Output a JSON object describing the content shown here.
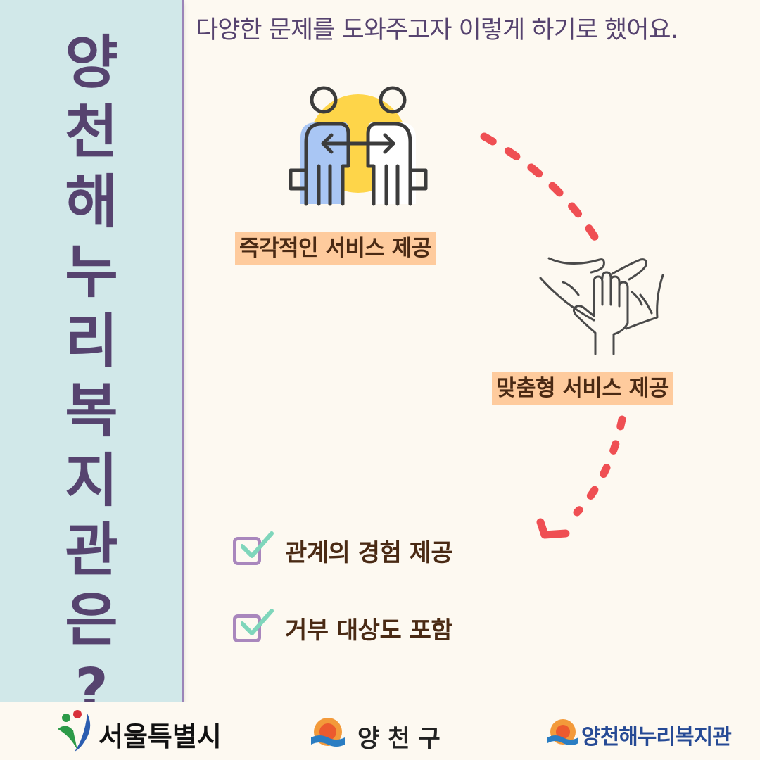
{
  "sidebar": {
    "title_chars": [
      "양",
      "천",
      "해",
      "누",
      "리",
      "복",
      "지",
      "관",
      "은",
      "?"
    ]
  },
  "header": {
    "text": "다양한 문제를 도와주고자 이렇게 하기로 했어요."
  },
  "services": {
    "immediate": {
      "label": "즉각적인 서비스 제공",
      "icon": "exchange-people-icon"
    },
    "customized": {
      "label": "맞춤형 서비스 제공",
      "icon": "joined-hands-icon"
    }
  },
  "checklist": [
    {
      "label": "관계의 경험 제공",
      "icon": "checkbox-checked-icon"
    },
    {
      "label": "거부 대상도 포함",
      "icon": "checkbox-checked-icon"
    }
  ],
  "footer": {
    "seoul": "서울특별시",
    "yangcheon": "양천구",
    "haenuri": "양천해누리복지관"
  },
  "colors": {
    "sidebar_bg": "#d1e8e9",
    "title_purple": "#56436f",
    "label_bg": "#fecb9d",
    "arrow_red": "#ef4f53",
    "check_green": "#7fd6bb",
    "checkbox_purple": "#a987bd"
  }
}
